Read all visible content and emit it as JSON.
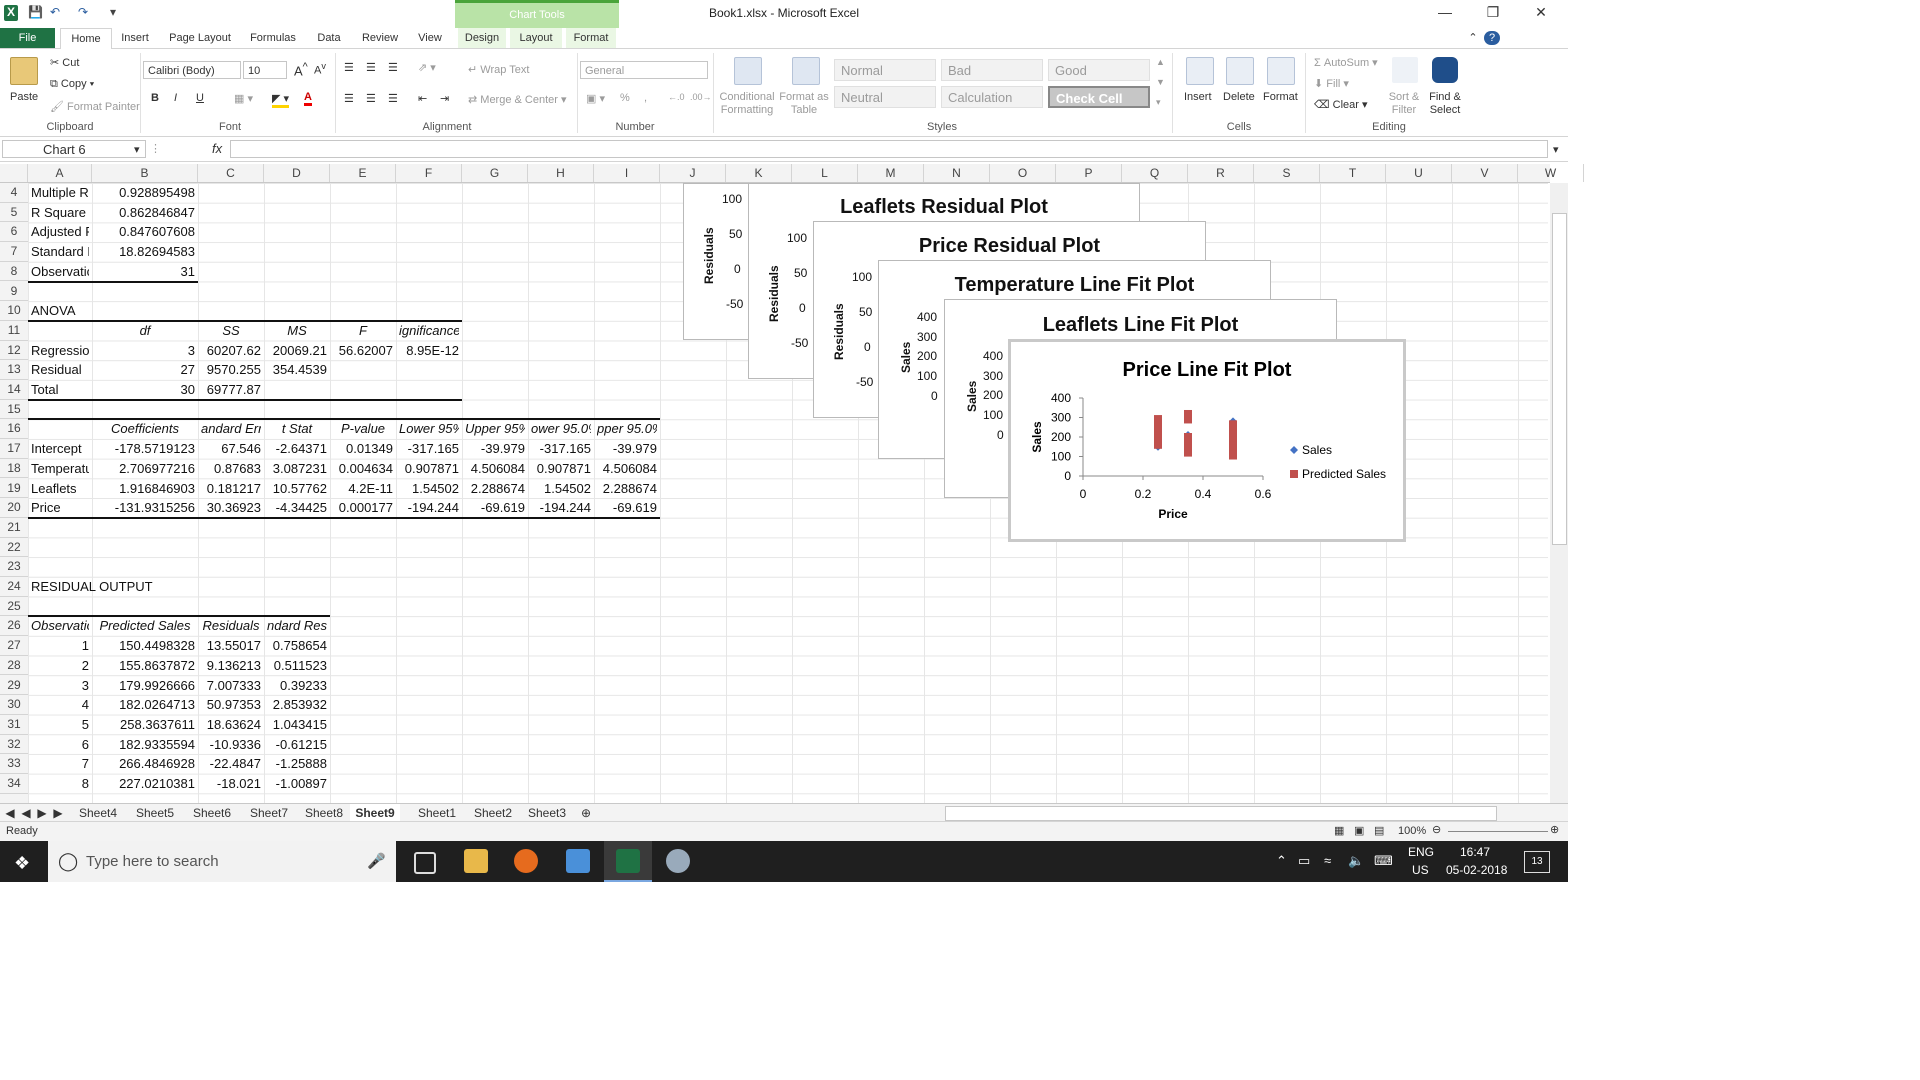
{
  "window": {
    "title": "Book1.xlsx - Microsoft Excel",
    "context_tab_group": "Chart Tools"
  },
  "tabs": [
    "File",
    "Home",
    "Insert",
    "Page Layout",
    "Formulas",
    "Data",
    "Review",
    "View"
  ],
  "context_tabs": [
    "Design",
    "Layout",
    "Format"
  ],
  "ribbon": {
    "clipboard": {
      "paste": "Paste",
      "cut": "Cut",
      "copy": "Copy",
      "format_painter": "Format Painter",
      "label": "Clipboard"
    },
    "font": {
      "name": "Calibri (Body)",
      "size": "10",
      "bold": "B",
      "italic": "I",
      "underline": "U",
      "label": "Font"
    },
    "alignment": {
      "wrap_text": "Wrap Text",
      "merge_center": "Merge & Center",
      "label": "Alignment"
    },
    "number": {
      "format": "General",
      "percent": "%",
      "comma": ",",
      "label": "Number"
    },
    "styles": {
      "conditional": "Conditional Formatting",
      "format_as_table": "Format as Table",
      "cells": [
        "Normal",
        "Bad",
        "Good",
        "Neutral",
        "Calculation",
        "Check Cell"
      ],
      "label": "Styles"
    },
    "cells": {
      "insert": "Insert",
      "delete": "Delete",
      "format": "Format",
      "label": "Cells"
    },
    "editing": {
      "autosum": "AutoSum",
      "fill": "Fill",
      "clear": "Clear",
      "sort_filter": "Sort & Filter",
      "find_select": "Find & Select",
      "label": "Editing"
    }
  },
  "formula_bar": {
    "name_box": "Chart 6",
    "fx": "fx",
    "formula": ""
  },
  "columns": [
    "A",
    "B",
    "C",
    "D",
    "E",
    "F",
    "G",
    "H",
    "I",
    "J",
    "K",
    "L",
    "M",
    "N",
    "O",
    "P",
    "Q",
    "R",
    "S",
    "T",
    "U",
    "V",
    "W"
  ],
  "rows": [
    "4",
    "5",
    "6",
    "7",
    "8",
    "9",
    "10",
    "11",
    "12",
    "13",
    "14",
    "15",
    "16",
    "17",
    "18",
    "19",
    "20",
    "21",
    "22",
    "23",
    "24",
    "25",
    "26",
    "27",
    "28",
    "29",
    "30",
    "31",
    "32",
    "33",
    "34"
  ],
  "regression_stats": [
    {
      "label": "Multiple R",
      "value": "0.928895498"
    },
    {
      "label": "R Square",
      "value": "0.862846847"
    },
    {
      "label": "Adjusted R",
      "value": "0.847607608"
    },
    {
      "label": "Standard E",
      "value": "18.82694583"
    },
    {
      "label": "Observatic",
      "value": "31"
    }
  ],
  "anova": {
    "title": "ANOVA",
    "headers": [
      "df",
      "SS",
      "MS",
      "F",
      "ignificance F"
    ],
    "rows": [
      {
        "label": "Regressior",
        "cells": [
          "3",
          "60207.62",
          "20069.21",
          "56.62007",
          "8.95E-12"
        ]
      },
      {
        "label": "Residual",
        "cells": [
          "27",
          "9570.255",
          "354.4539",
          "",
          ""
        ]
      },
      {
        "label": "Total",
        "cells": [
          "30",
          "69777.87",
          "",
          "",
          ""
        ]
      }
    ]
  },
  "coefficients": {
    "headers": [
      "Coefficients",
      "andard Erro",
      "t Stat",
      "P-value",
      "Lower 95%",
      "Upper 95%",
      "ower 95.0%",
      "pper 95.0%"
    ],
    "rows": [
      {
        "label": "Intercept",
        "cells": [
          "-178.5719123",
          "67.546",
          "-2.64371",
          "0.01349",
          "-317.165",
          "-39.979",
          "-317.165",
          "-39.979"
        ]
      },
      {
        "label": "Temperatu",
        "cells": [
          "2.706977216",
          "0.87683",
          "3.087231",
          "0.004634",
          "0.907871",
          "4.506084",
          "0.907871",
          "4.506084"
        ]
      },
      {
        "label": "Leaflets",
        "cells": [
          "1.916846903",
          "0.181217",
          "10.57762",
          "4.2E-11",
          "1.54502",
          "2.288674",
          "1.54502",
          "2.288674"
        ]
      },
      {
        "label": "Price",
        "cells": [
          "-131.9315256",
          "30.36923",
          "-4.34425",
          "0.000177",
          "-194.244",
          "-69.619",
          "-194.244",
          "-69.619"
        ]
      }
    ]
  },
  "residual_output": {
    "title": "RESIDUAL OUTPUT",
    "headers": [
      "Observation",
      "Predicted Sales",
      "Residuals",
      "ndard Residuals"
    ],
    "rows": [
      [
        "1",
        "150.4498328",
        "13.55017",
        "0.758654"
      ],
      [
        "2",
        "155.8637872",
        "9.136213",
        "0.511523"
      ],
      [
        "3",
        "179.9926666",
        "7.007333",
        "0.39233"
      ],
      [
        "4",
        "182.0264713",
        "50.97353",
        "2.853932"
      ],
      [
        "5",
        "258.3637611",
        "18.63624",
        "1.043415"
      ],
      [
        "6",
        "182.9335594",
        "-10.9336",
        "-0.61215"
      ],
      [
        "7",
        "266.4846928",
        "-22.4847",
        "-1.25888"
      ],
      [
        "8",
        "227.0210381",
        "-18.021",
        "-1.00897"
      ]
    ]
  },
  "charts": {
    "c1": {
      "ylabel": "Residuals",
      "ticks": [
        "100",
        "50",
        "0",
        "-50"
      ]
    },
    "c2": {
      "title": "Leaflets  Residual Plot",
      "ylabel": "Residuals",
      "ticks": [
        "100",
        "50",
        "0",
        "-50"
      ]
    },
    "c3": {
      "title": "Price  Residual Plot",
      "ylabel": "Residuals",
      "ticks": [
        "100",
        "50",
        "0",
        "-50"
      ]
    },
    "c4": {
      "title": "Temperature Line Fit  Plot",
      "ylabel": "Sales",
      "ticks": [
        "400",
        "300",
        "200",
        "100",
        "0"
      ]
    },
    "c5": {
      "title": "Leaflets Line Fit  Plot",
      "ylabel": "Sales",
      "ticks": [
        "400",
        "300",
        "200",
        "100",
        "0"
      ]
    }
  },
  "chart_data": {
    "type": "scatter",
    "title": "Price Line Fit  Plot",
    "xlabel": "Price",
    "ylabel": "Sales",
    "xlim": [
      0,
      0.6
    ],
    "ylim": [
      0,
      400
    ],
    "xticks": [
      "0",
      "0.2",
      "0.4",
      "0.6"
    ],
    "yticks": [
      "0",
      "100",
      "200",
      "300",
      "400"
    ],
    "legend": "right",
    "series": [
      {
        "name": "Sales",
        "marker": "diamond",
        "color": "#4472c4",
        "points": [
          [
            0.25,
            150
          ],
          [
            0.25,
            240
          ],
          [
            0.25,
            290
          ],
          [
            0.35,
            130
          ],
          [
            0.35,
            210
          ],
          [
            0.35,
            300
          ],
          [
            0.5,
            110
          ],
          [
            0.5,
            200
          ],
          [
            0.5,
            280
          ]
        ]
      },
      {
        "name": "Predicted Sales",
        "marker": "square",
        "color": "#c0504d",
        "points": [
          [
            0.25,
            160
          ],
          [
            0.25,
            175
          ],
          [
            0.25,
            190
          ],
          [
            0.25,
            205
          ],
          [
            0.25,
            220
          ],
          [
            0.25,
            235
          ],
          [
            0.25,
            250
          ],
          [
            0.25,
            265
          ],
          [
            0.25,
            280
          ],
          [
            0.25,
            292
          ],
          [
            0.35,
            120
          ],
          [
            0.35,
            135
          ],
          [
            0.35,
            150
          ],
          [
            0.35,
            165
          ],
          [
            0.35,
            180
          ],
          [
            0.35,
            200
          ],
          [
            0.35,
            290
          ],
          [
            0.35,
            305
          ],
          [
            0.35,
            318
          ],
          [
            0.5,
            105
          ],
          [
            0.5,
            120
          ],
          [
            0.5,
            135
          ],
          [
            0.5,
            150
          ],
          [
            0.5,
            165
          ],
          [
            0.5,
            180
          ],
          [
            0.5,
            195
          ],
          [
            0.5,
            210
          ],
          [
            0.5,
            225
          ],
          [
            0.5,
            240
          ],
          [
            0.5,
            255
          ],
          [
            0.5,
            265
          ]
        ]
      }
    ]
  },
  "sheets": [
    "Sheet4",
    "Sheet5",
    "Sheet6",
    "Sheet7",
    "Sheet8",
    "Sheet9",
    "Sheet1",
    "Sheet2",
    "Sheet3"
  ],
  "active_sheet": "Sheet9",
  "status": {
    "text": "Ready",
    "zoom": "100%"
  },
  "taskbar": {
    "search_placeholder": "Type here to search",
    "lang": "ENG",
    "region": "US",
    "time": "16:47",
    "date": "05-02-2018",
    "notif_count": "13"
  },
  "colors": {
    "excel_green": "#1f7244",
    "sales": "#4472c4",
    "predicted": "#c0504d"
  }
}
